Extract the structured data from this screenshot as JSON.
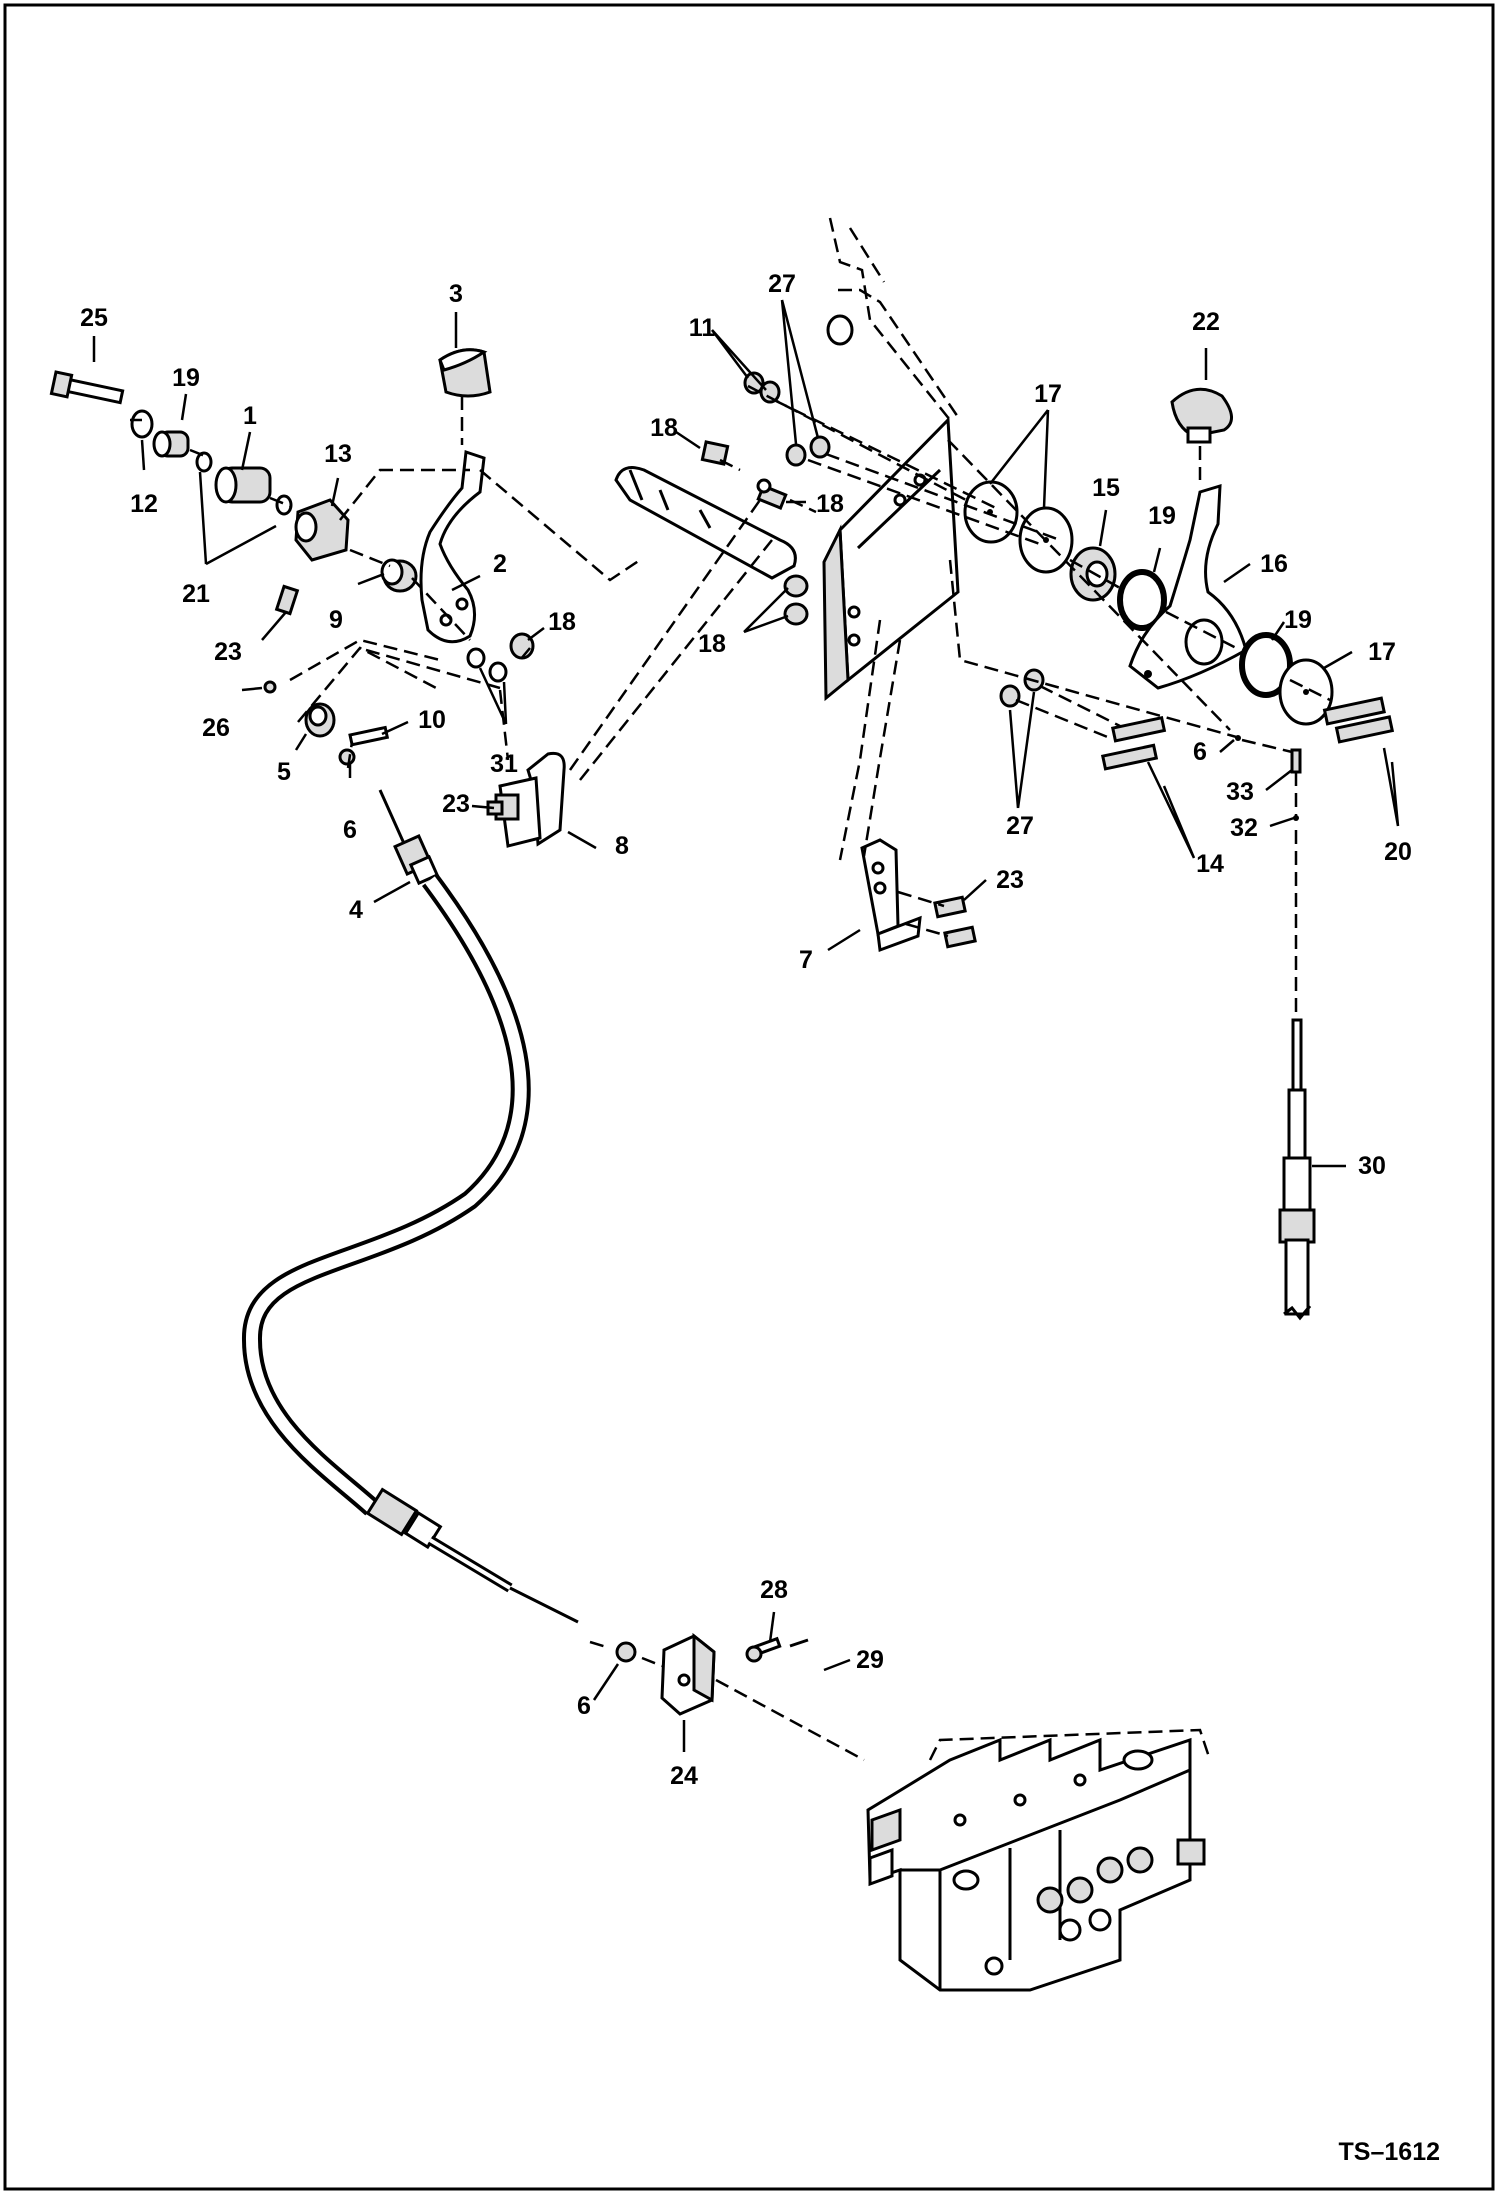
{
  "diagram": {
    "drawing_number": "TS–1612",
    "callouts": [
      {
        "id": "c25",
        "text": "25"
      },
      {
        "id": "c19a",
        "text": "19"
      },
      {
        "id": "c1",
        "text": "1"
      },
      {
        "id": "c12",
        "text": "12"
      },
      {
        "id": "c21",
        "text": "21"
      },
      {
        "id": "c13",
        "text": "13"
      },
      {
        "id": "c3",
        "text": "3"
      },
      {
        "id": "c2",
        "text": "2"
      },
      {
        "id": "c9",
        "text": "9"
      },
      {
        "id": "c23a",
        "text": "23"
      },
      {
        "id": "c18a",
        "text": "18"
      },
      {
        "id": "c26",
        "text": "26"
      },
      {
        "id": "c5",
        "text": "5"
      },
      {
        "id": "c10",
        "text": "10"
      },
      {
        "id": "c6a",
        "text": "6"
      },
      {
        "id": "c31",
        "text": "31"
      },
      {
        "id": "c23b",
        "text": "23"
      },
      {
        "id": "c8",
        "text": "8"
      },
      {
        "id": "c4",
        "text": "4"
      },
      {
        "id": "c18b",
        "text": "18"
      },
      {
        "id": "c18c",
        "text": "18"
      },
      {
        "id": "c18d",
        "text": "18"
      },
      {
        "id": "c11",
        "text": "11"
      },
      {
        "id": "c27a",
        "text": "27"
      },
      {
        "id": "c17a",
        "text": "17"
      },
      {
        "id": "c15",
        "text": "15"
      },
      {
        "id": "c19b",
        "text": "19"
      },
      {
        "id": "c22",
        "text": "22"
      },
      {
        "id": "c16",
        "text": "16"
      },
      {
        "id": "c19c",
        "text": "19"
      },
      {
        "id": "c17b",
        "text": "17"
      },
      {
        "id": "c27b",
        "text": "27"
      },
      {
        "id": "c6b",
        "text": "6"
      },
      {
        "id": "c33",
        "text": "33"
      },
      {
        "id": "c32",
        "text": "32"
      },
      {
        "id": "c14",
        "text": "14"
      },
      {
        "id": "c20",
        "text": "20"
      },
      {
        "id": "c23c",
        "text": "23"
      },
      {
        "id": "c7",
        "text": "7"
      },
      {
        "id": "c30",
        "text": "30"
      },
      {
        "id": "c28",
        "text": "28"
      },
      {
        "id": "c29",
        "text": "29"
      },
      {
        "id": "c6c",
        "text": "6"
      },
      {
        "id": "c24",
        "text": "24"
      }
    ]
  }
}
